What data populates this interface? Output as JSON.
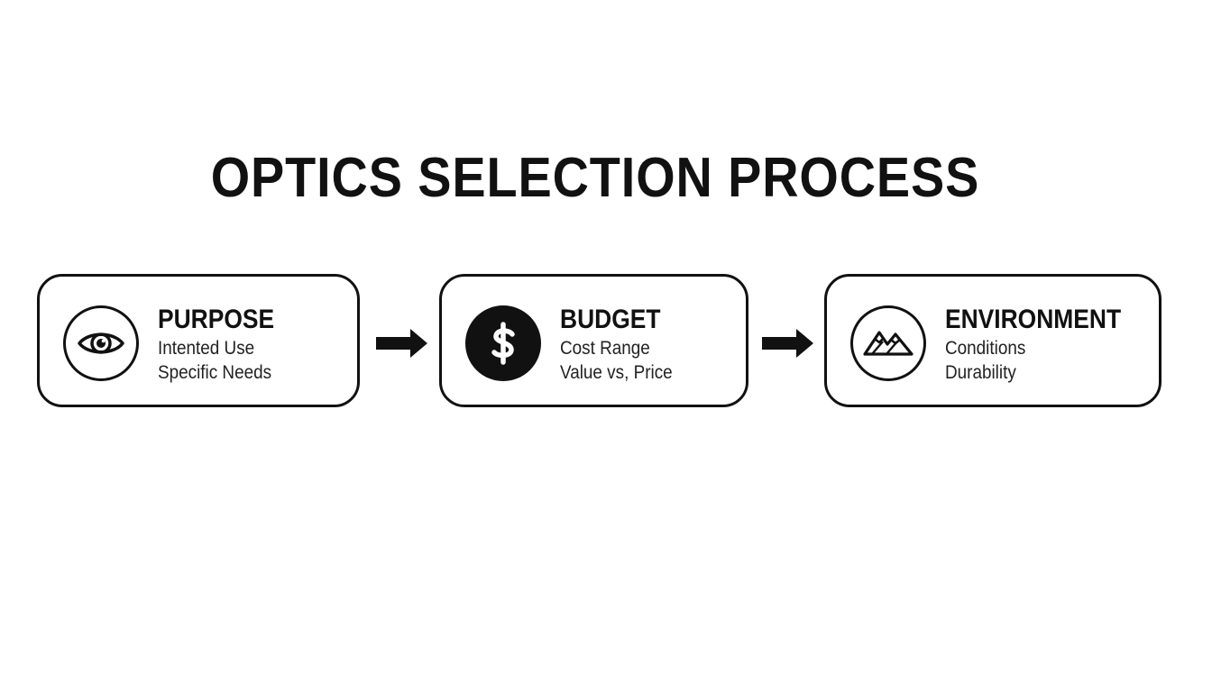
{
  "title": "OPTICS SELECTION PROCESS",
  "steps": [
    {
      "icon": "eye-icon",
      "heading": "PURPOSE",
      "lines": [
        "Intented Use",
        "Specific Needs"
      ]
    },
    {
      "icon": "dollar-icon",
      "heading": "BUDGET",
      "lines": [
        "Cost Range",
        "Value vs, Price"
      ]
    },
    {
      "icon": "mountain-icon",
      "heading": "ENVIRONMENT",
      "lines": [
        "Conditions",
        "Durability"
      ]
    }
  ],
  "colors": {
    "ink": "#111111",
    "background": "#ffffff"
  }
}
